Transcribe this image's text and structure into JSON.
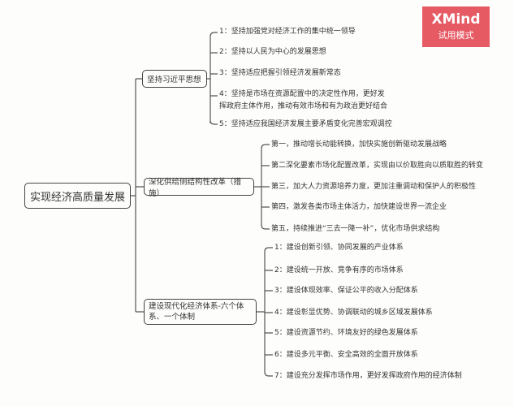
{
  "watermark": {
    "brand": "XMind",
    "mode": "试用模式",
    "color": "#e65a64"
  },
  "root": "实现经济高质量发展",
  "branches": [
    {
      "label": "坚持习近平思想",
      "items": [
        "1：坚持加强党对经济工作的集中统一领导",
        "2：坚持以人民为中心的发展思想",
        "3：坚持适应把握引领经济发展新常态",
        "4：坚持是市场在资源配置中的决定性作用，更好发",
        "挥政府主体作用，推动有效市场和有为政治更好结合",
        "5：坚持适应我国经济发展主要矛盾变化完善宏观调控"
      ]
    },
    {
      "label": "深化供给侧结构性改革（措施）",
      "items": [
        "第一，推动增长动能转换，加快实施创新驱动发展战略",
        "第二深化要素市场化配置改革，实现由以价取胜向以质取胜的转变",
        "第三，加大人力资源培养力度，更加注重调动和保护人的积极性",
        "第四，激发各类市场主体活力，加快建设世界一流企业",
        "第五，持续推进“三去一降一补”，优化市场供求结构"
      ]
    },
    {
      "label": "建设现代化经济体系-六个体",
      "label2": "系、一个体制",
      "items": [
        "1：建设创新引领、协同发展的产业体系",
        "2：建设统一开放、竞争有序的市场体系",
        "3：建设体现效率、保证公平的收入分配体系",
        "4：建设彰显优势、协调联动的城乡区域发展体系",
        "5：建设资源节约、环境友好的绿色发展体系",
        "6：建设多元平衡、安全高效的全面开放体系",
        "7：建设充分发挥市场作用，更好发挥政府作用的经济体制"
      ]
    }
  ]
}
